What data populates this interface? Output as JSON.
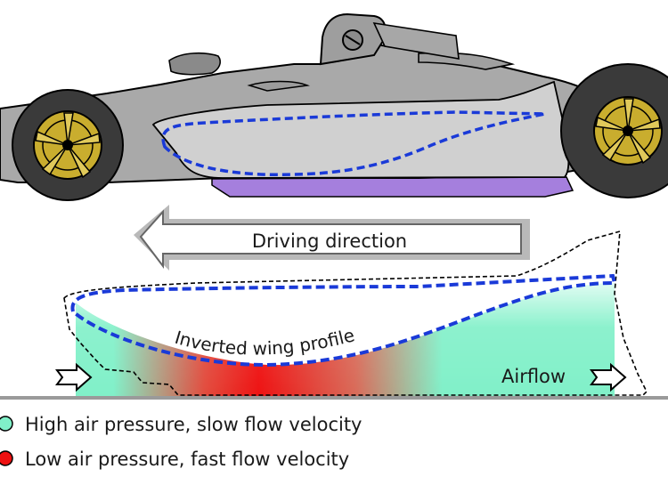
{
  "labels": {
    "driving_direction": "Driving direction",
    "wing_profile": "Inverted wing profile",
    "airflow": "Airflow"
  },
  "legend": [
    {
      "text": "High air pressure, slow flow velocity",
      "color": "#80f0c8"
    },
    {
      "text": "Low air pressure, fast flow velocity",
      "color": "#ee1111"
    }
  ],
  "colors": {
    "car_body": "#a9a9a9",
    "sidepod": "#d0d0d0",
    "underfloor": "#a57fdd",
    "profile_dash": "#1a3ad8",
    "rim": "#c9ad2e",
    "tire": "#3a3a3a",
    "arrow_fill": "#ffffff",
    "arrow_shadow": "#b9b9b9"
  }
}
